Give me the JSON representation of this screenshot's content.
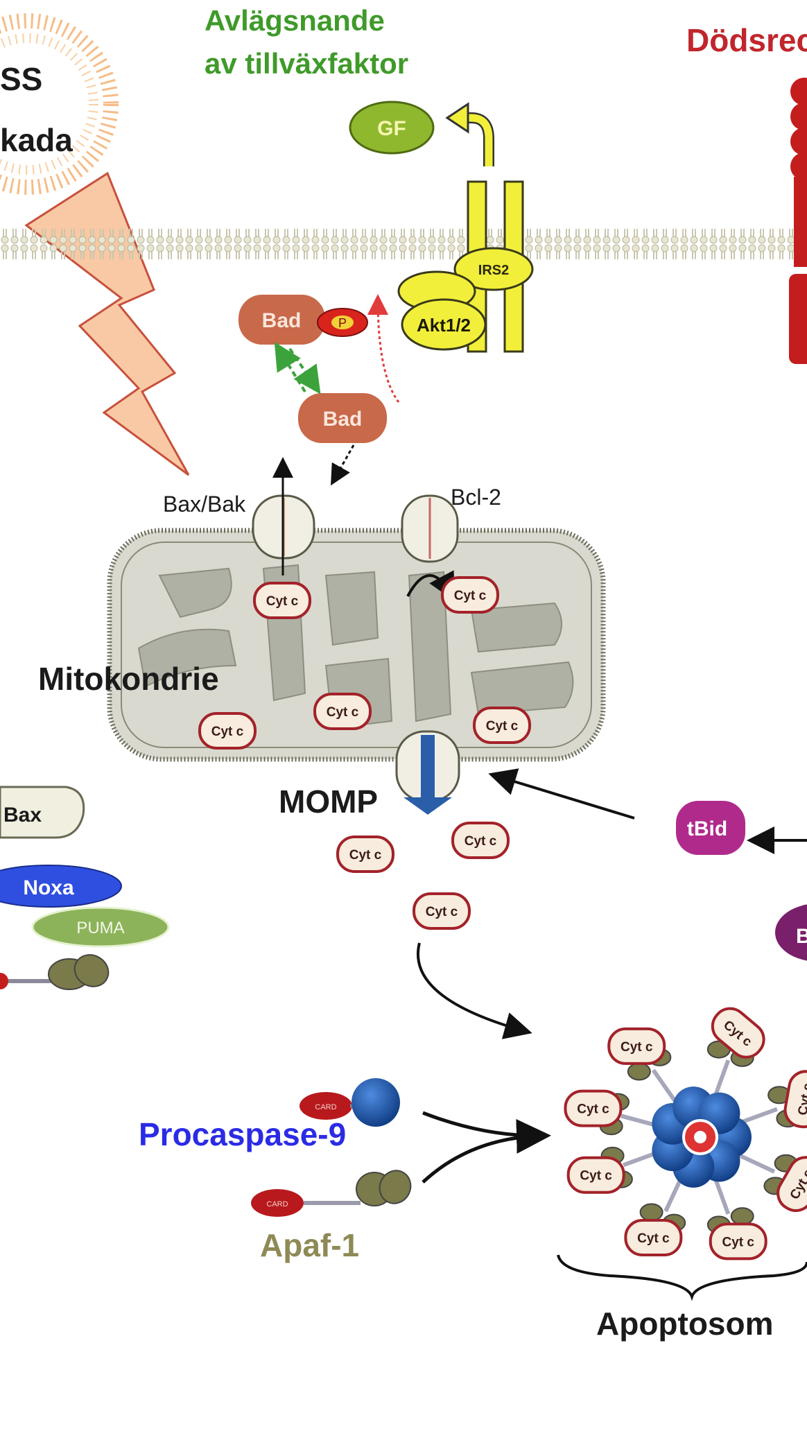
{
  "labels": {
    "stress_top": "SS",
    "stress_bottom": "kada",
    "gf_removal_1": "Avlägsnande",
    "gf_removal_2": "av tillväxfaktor",
    "death_receptor": "Dödsrec",
    "gf": "GF",
    "irs2": "IRS2",
    "akt": "Akt1/2",
    "bad": "Bad",
    "phospho": "P",
    "bax_bak": "Bax/Bak",
    "bcl2": "Bcl-2",
    "mitochondria": "Mitokondrie",
    "momp": "MOMP",
    "tbid": "tBid",
    "bid_partial": "B",
    "bax": "Bax",
    "noxa": "Noxa",
    "puma": "PUMA",
    "procaspase9": "Procaspase-9",
    "card": "CARD",
    "apaf1": "Apaf-1",
    "apoptosome": "Apoptosom",
    "cytc": "Cyt c"
  },
  "colors": {
    "green_label": "#3f9a2a",
    "red_label": "#c0262c",
    "blue_label": "#2b2be6",
    "olive_label": "#8e8a55",
    "bad": "#c8694a",
    "akt_yellow": "#f2ef3b",
    "gf_green": "#8fb82f",
    "mito_fill": "#d9d9cf",
    "cristae": "#aeb1a3",
    "cytc_border": "#a3222a",
    "tbid": "#b02a8c",
    "noxa": "#2f4fe0",
    "puma": "#8cb35a",
    "apoptosome_blue": "#1f5aa8",
    "apaf_olive": "#7a7a4a",
    "receptor_red": "#c41d1d"
  }
}
